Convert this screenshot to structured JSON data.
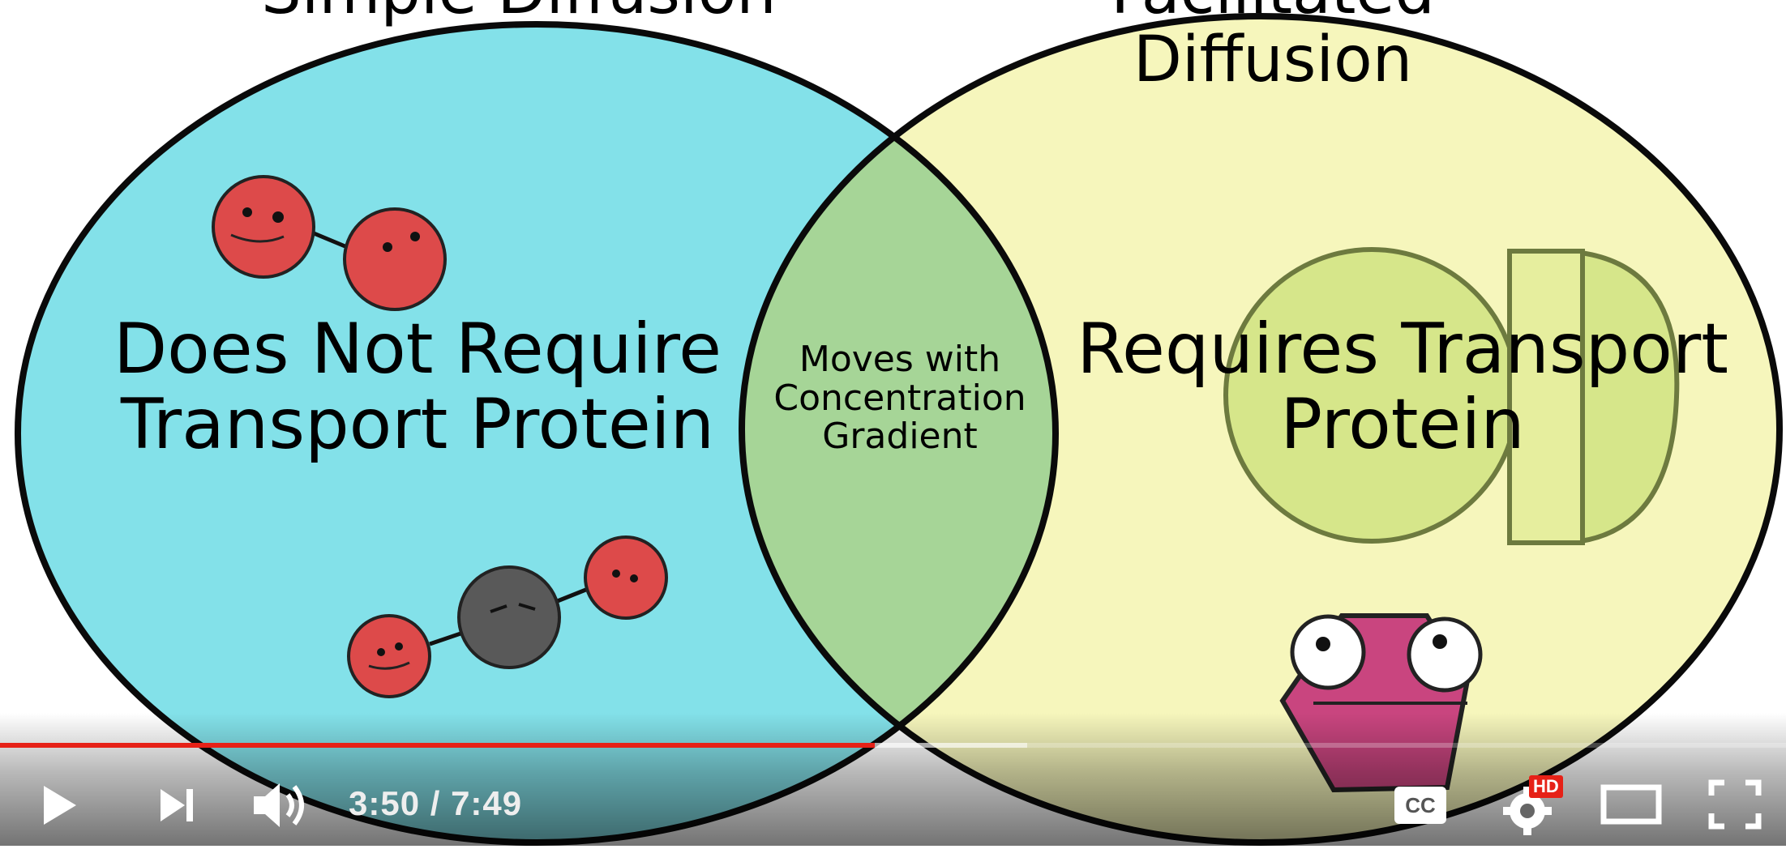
{
  "video": {
    "top_left_heading": "Simple Diffusion",
    "top_right_heading": "Facilitated Diffusion",
    "left_text": "Does Not Require\nTransport Protein",
    "center_text": "Moves with\nConcentration\nGradient",
    "right_text": "Requires Transport\nProtein",
    "colors": {
      "left_circle": "#83e1e9",
      "right_circle": "#f6f6bc",
      "overlap": "#a6d597",
      "red_molecule": "#dd4a4a",
      "gray_molecule": "#595959",
      "protein": "#c9457f"
    }
  },
  "player": {
    "current_time": "3:50",
    "separator": "/",
    "duration": "7:49",
    "progress_fraction": 0.49,
    "buffered_fraction": 0.575,
    "progress_color": "#e62117",
    "hd_badge": "HD",
    "cc_label": "CC",
    "icons": {
      "play": "play-icon",
      "next": "next-icon",
      "volume": "volume-icon",
      "captions": "captions-icon",
      "settings": "settings-icon",
      "theater": "theater-mode-icon",
      "fullscreen": "fullscreen-icon"
    }
  }
}
